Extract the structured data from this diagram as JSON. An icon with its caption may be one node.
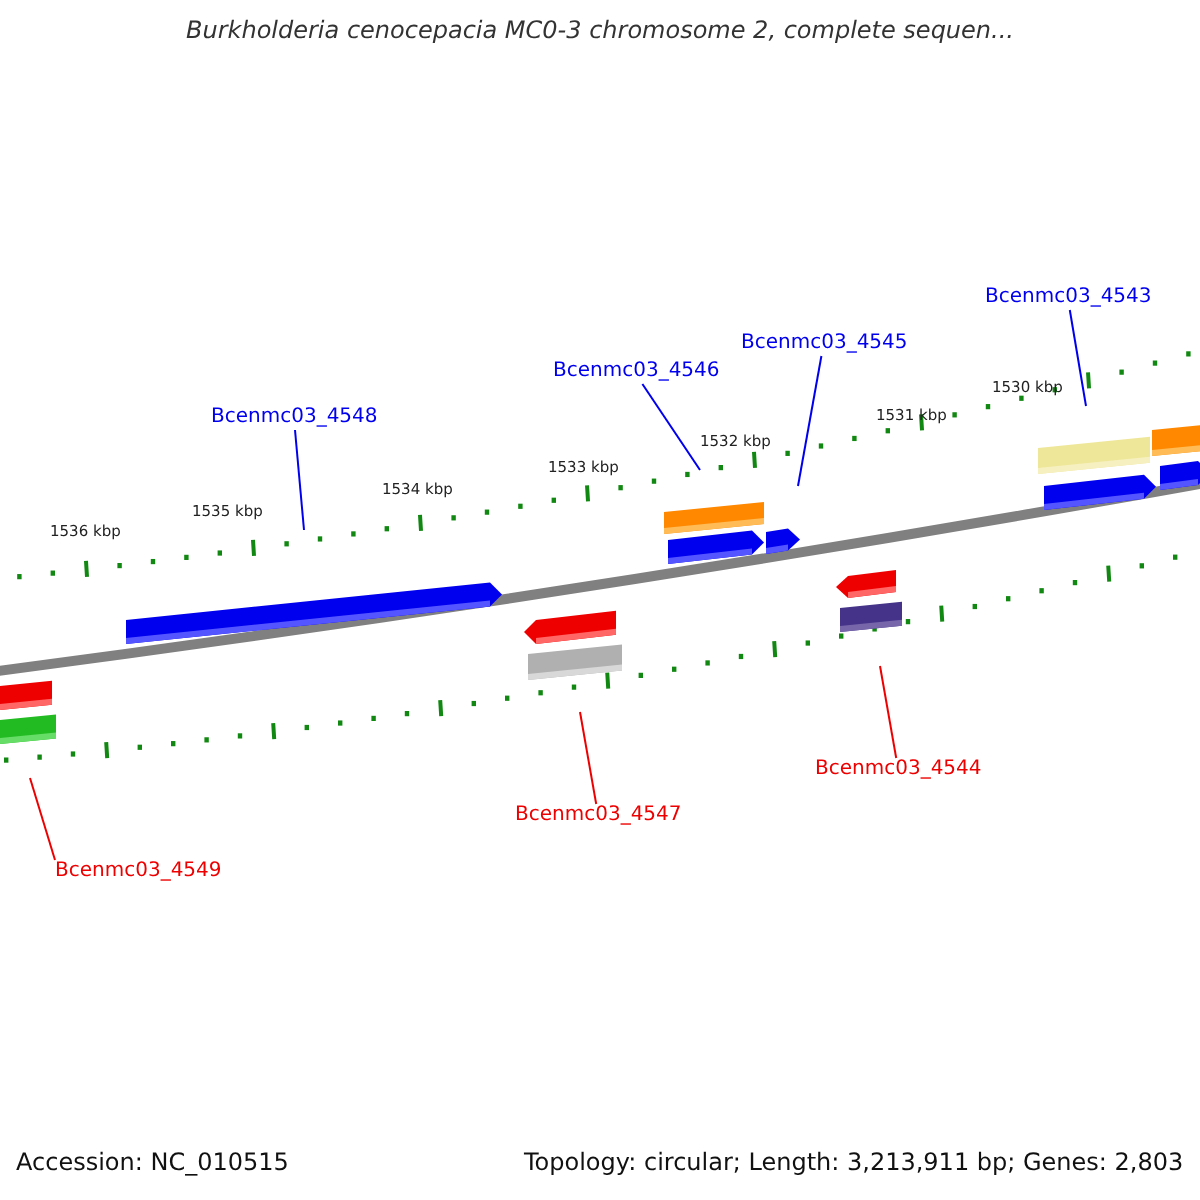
{
  "diagram": {
    "title": "Burkholderia cenocepacia MC0-3 chromosome 2, complete sequen...",
    "nodes": [
      {
        "text": [
          "Bcenmc03_4543"
        ]
      },
      {
        "text": [
          "Bcenmc03_4545"
        ]
      },
      {
        "text": [
          "Bcenmc03_4546"
        ]
      },
      {
        "text": [
          "Bcenmc03_4548"
        ]
      },
      {
        "text": [
          "Bcenmc03_4544"
        ]
      },
      {
        "text": [
          "Bcenmc03_4547"
        ]
      },
      {
        "text": [
          "Bcenmc03_4549"
        ]
      }
    ],
    "edges": [
      {
        "from": 0,
        "to": null,
        "arrow": "none"
      },
      {
        "from": 1,
        "to": null,
        "arrow": "none"
      },
      {
        "from": 2,
        "to": null,
        "arrow": "none"
      },
      {
        "from": 3,
        "to": null,
        "arrow": "none"
      },
      {
        "from": 4,
        "to": null,
        "arrow": "none",
        "color": "#ee0000"
      },
      {
        "from": 5,
        "to": null,
        "arrow": "none",
        "color": "#ee0000"
      },
      {
        "from": 6,
        "to": null,
        "arrow": "none",
        "color": "#ee0000"
      }
    ],
    "labels": [
      "1536 kbp",
      "1535 kbp",
      "1534 kbp",
      "1533 kbp",
      "1532 kbp",
      "1531 kbp",
      "1530 kbp",
      "Accession: NC_010515",
      "Topology: circular; Length: 3,213,911 bp; Genes: 2,803"
    ]
  }
}
